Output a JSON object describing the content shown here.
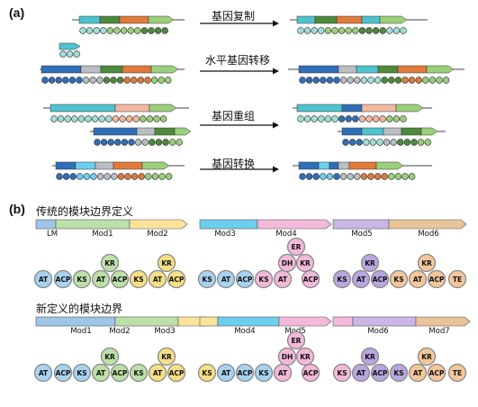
{
  "panel_a": {
    "label": "(a)",
    "processes": [
      {
        "label": "基因复制"
      },
      {
        "label": "水平基因转移"
      },
      {
        "label": "基因重组"
      },
      {
        "label": "基因转换"
      }
    ]
  },
  "panel_b": {
    "label": "(b)",
    "traditional": {
      "title": "传统的模块边界定义",
      "modules": [
        "LM",
        "Mod1",
        "Mod2",
        "Mod3",
        "Mod4",
        "Mod5",
        "Mod6"
      ]
    },
    "new": {
      "title": "新定义的模块边界",
      "modules": [
        "Mod1",
        "Mod2",
        "Mod3",
        "Mod4",
        "Mod5",
        "Mod6",
        "Mod7"
      ]
    },
    "domains": {
      "AT": "AT",
      "ACP": "ACP",
      "KS": "KS",
      "KR": "KR",
      "DH": "DH",
      "ER": "ER",
      "TE": "TE"
    }
  },
  "colors": {
    "teal": "#4ec3cf",
    "green": "#9bd07a",
    "darkgreen": "#4e8a3c",
    "orange": "#e07a3a",
    "blue": "#2f6fb8",
    "lightblue": "#9fc6e8",
    "gray": "#b9bec4",
    "pink": "#f2b7a0",
    "paleteal": "#9fe0d8",
    "paleyellow": "#fbe39a",
    "cyan": "#6dcff0",
    "lavender": "#c9b7e6",
    "tan": "#e9c49a",
    "pinkmod": "#f3b9d8",
    "ks_blue": "#a7d3ef",
    "ks_green": "#bde0a8",
    "ks_yellow": "#f7df86",
    "ks_purple": "#b9a6de",
    "ks_orange": "#f3c79b"
  }
}
